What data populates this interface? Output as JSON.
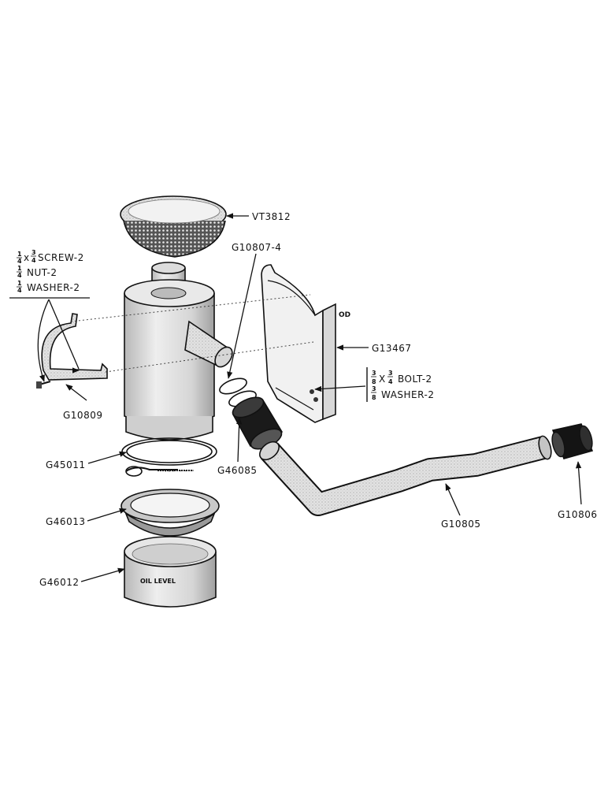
{
  "labels": {
    "vt3812": "VT3812",
    "g10807_4": "G10807-4",
    "screw_num": "1",
    "screw_den": "4",
    "screw_x": "x",
    "screw_len_num": "3",
    "screw_len_den": "4",
    "screw_text": "SCREW-2",
    "nut_num": "1",
    "nut_den": "4",
    "nut_text": "NUT-2",
    "washer_num": "1",
    "washer_den": "4",
    "washer_text": "WASHER-2",
    "g10809": "G10809",
    "g13467": "G13467",
    "bolt_num": "3",
    "bolt_den": "8",
    "bolt_x": "X",
    "bolt_len_num": "3",
    "bolt_len_den": "4",
    "bolt_text": "BOLT-2",
    "bwasher_num": "3",
    "bwasher_den": "8",
    "bwasher_text": "WASHER-2",
    "g45011": "G45011",
    "g46085": "G46085",
    "g46013": "G46013",
    "g46012": "G46012",
    "g10805": "G10805",
    "g10806": "G10806",
    "oil_level": "OIL LEVEL",
    "bracket_mark": "OD"
  }
}
